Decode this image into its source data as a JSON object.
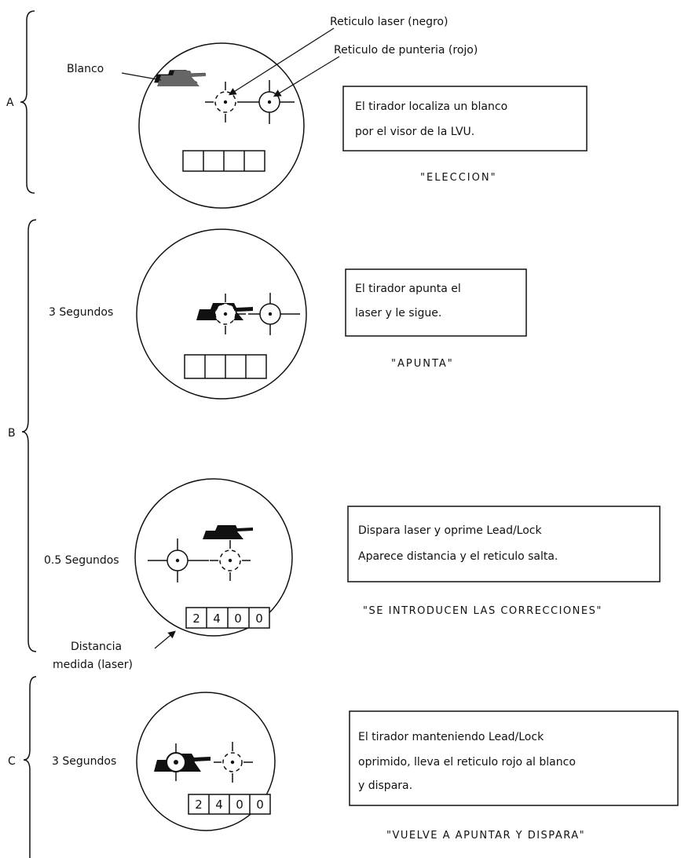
{
  "sections": {
    "a": {
      "letter": "A",
      "target_label": "Blanco",
      "laser_reticle_label": "Reticulo laser (negro)",
      "aim_reticle_label": "Reticulo de punteria (rojo)",
      "box_lines": [
        "El tirador localiza un blanco",
        "por el visor de la   LVU."
      ],
      "caption": "\"ELECCION\"",
      "display_digits": [
        "",
        "",
        "",
        ""
      ]
    },
    "b1": {
      "letter": "B",
      "time_label": "3 Segundos",
      "box_lines": [
        "El tirador apunta el",
        "laser y le sigue."
      ],
      "caption": "\"APUNTA\"",
      "display_digits": [
        "",
        "",
        "",
        ""
      ]
    },
    "b2": {
      "time_label": "0.5 Segundos",
      "box_lines": [
        "Dispara laser y oprime Lead/Lock",
        "Aparece distancia y el reticulo salta."
      ],
      "caption": "\"SE INTRODUCEN LAS CORRECCIONES\"",
      "display_digits": [
        "2",
        "4",
        "0",
        "0"
      ],
      "distance_label_lines": [
        "Distancia",
        "medida (laser)"
      ]
    },
    "c": {
      "letter": "C",
      "time_label": "3 Segundos",
      "box_lines": [
        "El tirador manteniendo Lead/Lock",
        "oprimido, lleva el reticulo rojo al blanco",
        "y dispara."
      ],
      "caption": "\"VUELVE A APUNTAR Y DISPARA\"",
      "display_digits": [
        "2",
        "4",
        "0",
        "0"
      ]
    }
  }
}
